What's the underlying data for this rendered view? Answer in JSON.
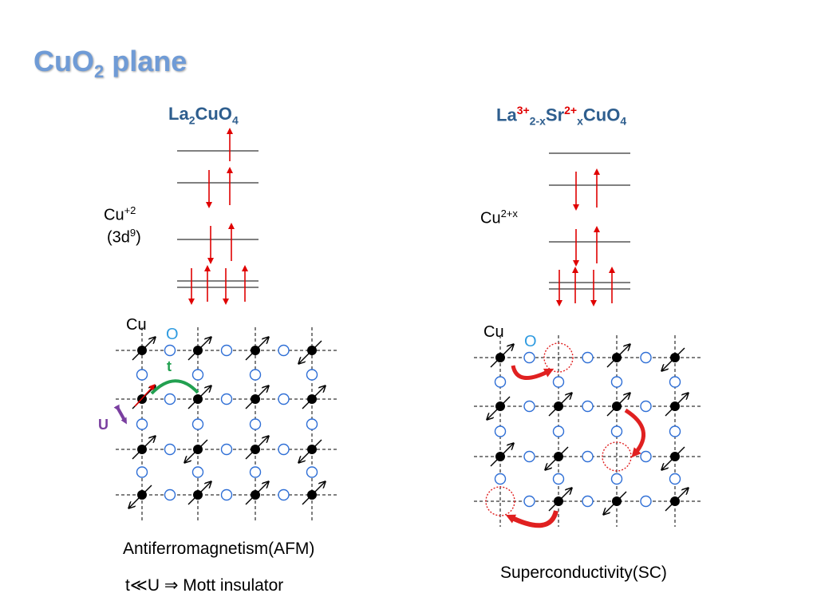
{
  "title": {
    "main": "CuO",
    "sub": "2",
    "rest": " plane"
  },
  "left": {
    "formula": {
      "a": "La",
      "a_sub": "2",
      "b": "CuO",
      "b_sub": "4"
    },
    "ion_label": {
      "main": "Cu",
      "sup": "+2"
    },
    "config_label": {
      "open": "(3d",
      "sup": "9",
      "close": ")"
    },
    "cu_label": "Cu",
    "o_label": "O",
    "t_label": "t",
    "u_label": "U",
    "caption": "Antiferromagnetism(AFM)",
    "relation": "t≪U  ⇒  Mott insulator"
  },
  "right": {
    "formula": {
      "a": "La",
      "a_sup": "3+",
      "a_sub": "2-x",
      "b": "Sr",
      "b_sup": "2+",
      "b_sub": "x",
      "c": "CuO",
      "c_sub": "4"
    },
    "ion_label": {
      "main": "Cu",
      "sup": "2+x"
    },
    "cu_label": "Cu",
    "o_label": "O",
    "caption": "Superconductivity(SC)"
  },
  "colors": {
    "title": "#6f9bd6",
    "formula": "#2e5e8e",
    "charge": "#e00000",
    "spin_arrow": "#e00000",
    "oxygen": "#2f6fd6",
    "hopping_t": "#22a050",
    "coulomb_u": "#7a3fa0",
    "hole_path": "#e02020"
  }
}
